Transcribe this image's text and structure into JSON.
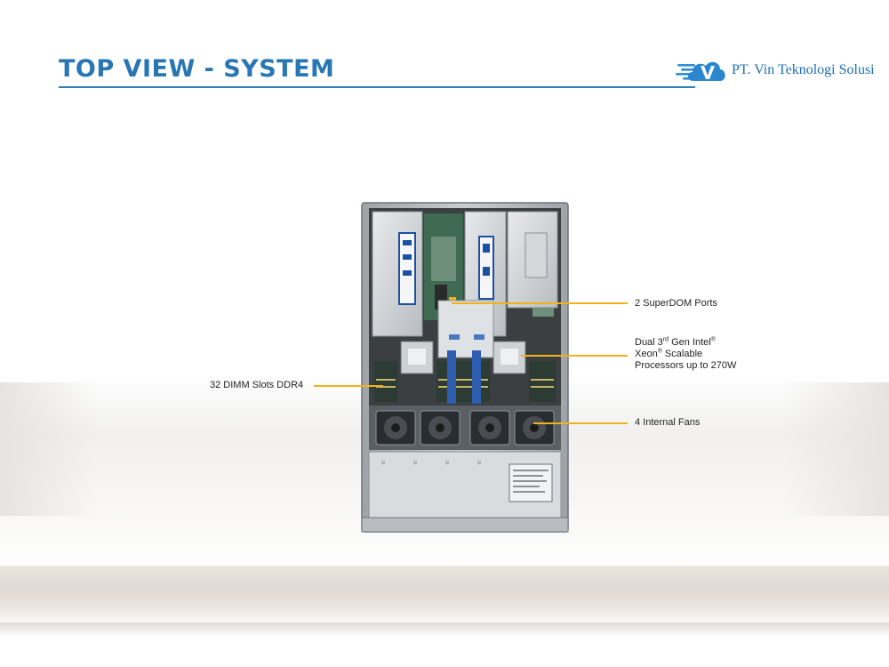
{
  "header": {
    "title": "TOP VIEW - SYSTEM",
    "company_name": "PT. Vin Teknologi Solusi",
    "logo_icon": "cloud-v-logo-icon",
    "brand_color": "#2876b3"
  },
  "callouts": {
    "superdom": {
      "label": "2 SuperDOM Ports"
    },
    "processors": {
      "line1_prefix": "Dual 3",
      "line1_sup": "rd",
      "line1_mid": " Gen Intel",
      "line1_reg": "®",
      "line2_prefix": "Xeon",
      "line2_reg": "®",
      "line2_suffix": " Scalable",
      "line3": "Processors up to 270W"
    },
    "dimm": {
      "label": "32 DIMM Slots DDR4"
    },
    "fans": {
      "label": "4 Internal Fans"
    },
    "line_color": "#f1b21b"
  }
}
